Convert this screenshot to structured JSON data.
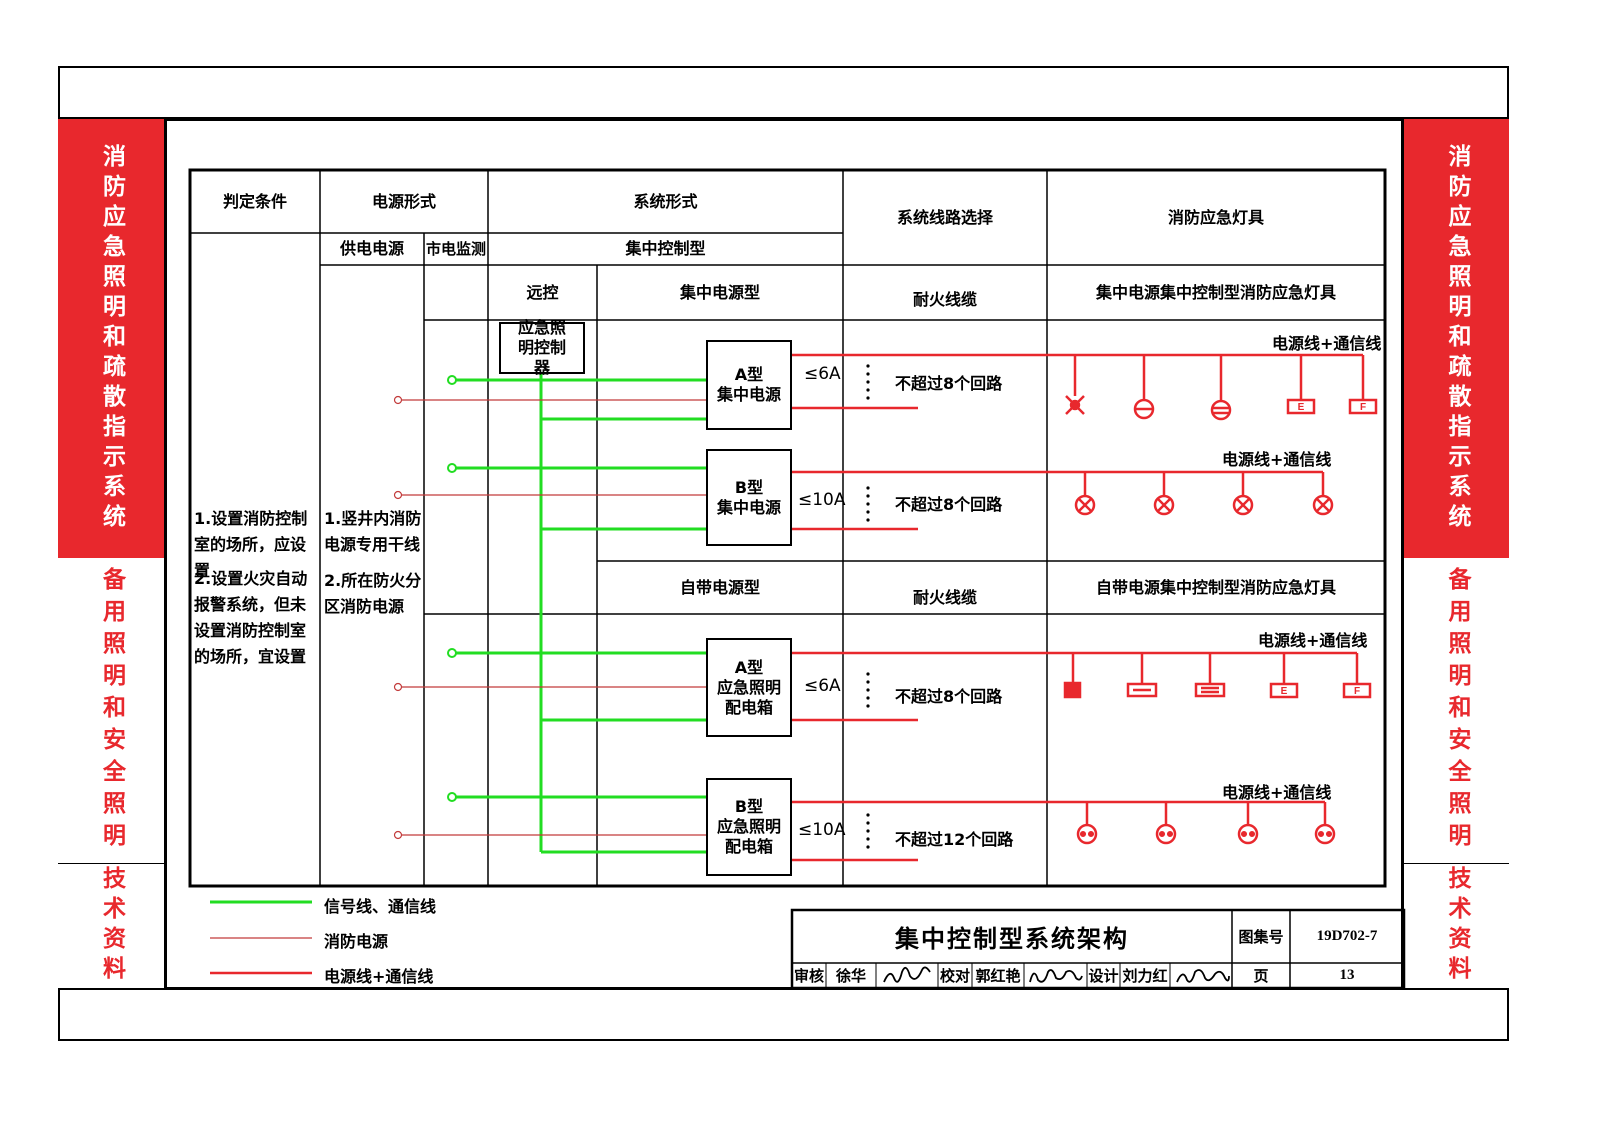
{
  "sidebar": {
    "top": "消防应急照明和疏散指示系统",
    "middle": "备用照明和安全照明",
    "bottom": "技术资料"
  },
  "table": {
    "headers": {
      "judge": "判定条件",
      "power_form": "电源形式",
      "system_form": "系统形式",
      "line_select": "系统线路选择",
      "lamps": "消防应急灯具",
      "supply": "供电电源",
      "mains_monitor": "市电监测",
      "central_control": "集中控制型",
      "remote": "远控",
      "central_power": "集中电源型",
      "fire_cable_1": "耐火线缆",
      "lamp_type_1": "集中电源集中控制型消防应急灯具",
      "self_power": "自带电源型",
      "fire_cable_2": "耐火线缆",
      "lamp_type_2": "自带电源集中控制型消防应急灯具"
    },
    "judge_notes": [
      "1.设置消防控制室的场所，应设置",
      "2.设置火灾自动报警系统，但未设置消防控制室的场所，宜设置"
    ],
    "supply_notes": [
      "1.竖井内消防电源专用干线",
      "2.所在防火分区消防电源"
    ]
  },
  "diagram": {
    "controller": "应急照明控制器",
    "boxes": [
      {
        "type": "A型",
        "name": "集中电源",
        "current": "≤6A",
        "circuits": "不超过8个回路",
        "line_label": "电源线+通信线"
      },
      {
        "type": "B型",
        "name": "集中电源",
        "current": "≤10A",
        "circuits": "不超过8个回路",
        "line_label": "电源线+通信线"
      },
      {
        "type": "A型",
        "name": "应急照明配电箱",
        "current": "≤6A",
        "circuits": "不超过8个回路",
        "line_label": "电源线+通信线"
      },
      {
        "type": "B型",
        "name": "应急照明配电箱",
        "current": "≤10A",
        "circuits": "不超过12个回路",
        "line_label": "电源线+通信线"
      }
    ],
    "sign_letters": [
      "E",
      "F"
    ]
  },
  "legend": [
    {
      "label": "信号线、通信线",
      "color": "#22dd22"
    },
    {
      "label": "消防电源",
      "color": "#c23a3a"
    },
    {
      "label": "电源线+通信线",
      "color": "#e8282d"
    }
  ],
  "title_block": {
    "title": "集中控制型系统架构",
    "atlas_label": "图集号",
    "atlas_no": "19D702-7",
    "review": "审核",
    "reviewer": "徐华",
    "check": "校对",
    "checker": "郭红艳",
    "design": "设计",
    "designer": "刘力红",
    "page_label": "页",
    "page_no": "13"
  },
  "colors": {
    "red": "#e8282d",
    "green": "#22dd22",
    "dark_red": "#c23a3a"
  }
}
